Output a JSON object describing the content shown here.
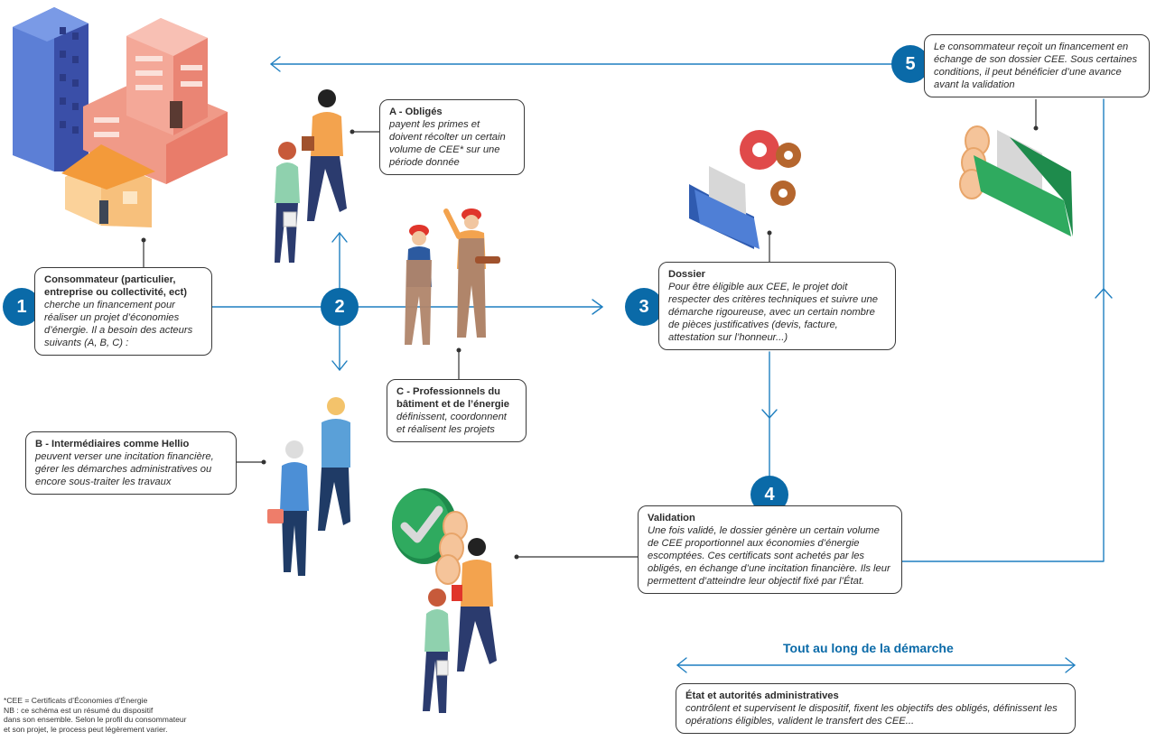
{
  "steps": {
    "s1": {
      "number": "1",
      "title": "Consommateur (particulier, entreprise ou collectivité, ect)",
      "desc": "cherche un financement pour réaliser un projet d’économies d’énergie. Il a besoin des acteurs suivants (A, B, C) :"
    },
    "s2": {
      "number": "2"
    },
    "s3": {
      "number": "3",
      "title": "Dossier",
      "desc": "Pour être éligible aux CEE, le projet doit respecter des critères techniques et suivre une démarche rigoureuse, avec un certain nombre de pièces justificatives (devis, facture, attestation sur l’honneur...)"
    },
    "s4": {
      "number": "4",
      "title": "Validation",
      "desc": "Une fois validé, le dossier génère un certain volume de CEE proportionnel aux économies d’énergie escomptées. Ces certificats sont achetés par les obligés, en échange d’une incitation financière. Ils leur permettent d’atteindre leur objectif fixé par l’État."
    },
    "s5": {
      "number": "5",
      "desc": "Le consommateur reçoit un financement en échange de son dossier CEE. Sous certaines conditions, il peut bénéficier d’une avance avant la validation"
    }
  },
  "actors": {
    "a": {
      "title": "A - Obligés",
      "desc": "payent les primes et doivent récolter un certain volume de CEE* sur une période donnée"
    },
    "b": {
      "title": "B - Intermédiaires comme Hellio",
      "desc": "peuvent verser une incitation financière, gérer les démarches administratives ou encore sous-traiter les travaux"
    },
    "c": {
      "title": "C - Professionnels du bâtiment et de l’énergie",
      "desc": "définissent, coordonnent et réalisent les projets"
    }
  },
  "throughout": {
    "heading": "Tout au long de la démarche",
    "title": "État et autorités administratives",
    "desc": "contrôlent et supervisent le dispositif, fixent les objectifs des obligés, définissent les opérations éligibles, valident le transfert des CEE..."
  },
  "footnote": [
    "*CEE = Certificats d’Économies d’Énergie",
    "NB : ce schéma est un résumé du dispositif",
    "dans son ensemble. Selon le profil du consommateur",
    "et son projet, le process peut légèrement varier."
  ],
  "colors": {
    "accent": "#0a6aa8",
    "line": "#1f7fc0",
    "coral": "#ee7d6a",
    "green": "#2faa5f"
  },
  "icons": [
    "buildings-illustration",
    "obliges-people-illustration",
    "workers-illustration",
    "intermediaries-illustration",
    "folder-gears-icon",
    "folder-coins-icon",
    "check-coins-icon",
    "consumers-people-illustration"
  ]
}
